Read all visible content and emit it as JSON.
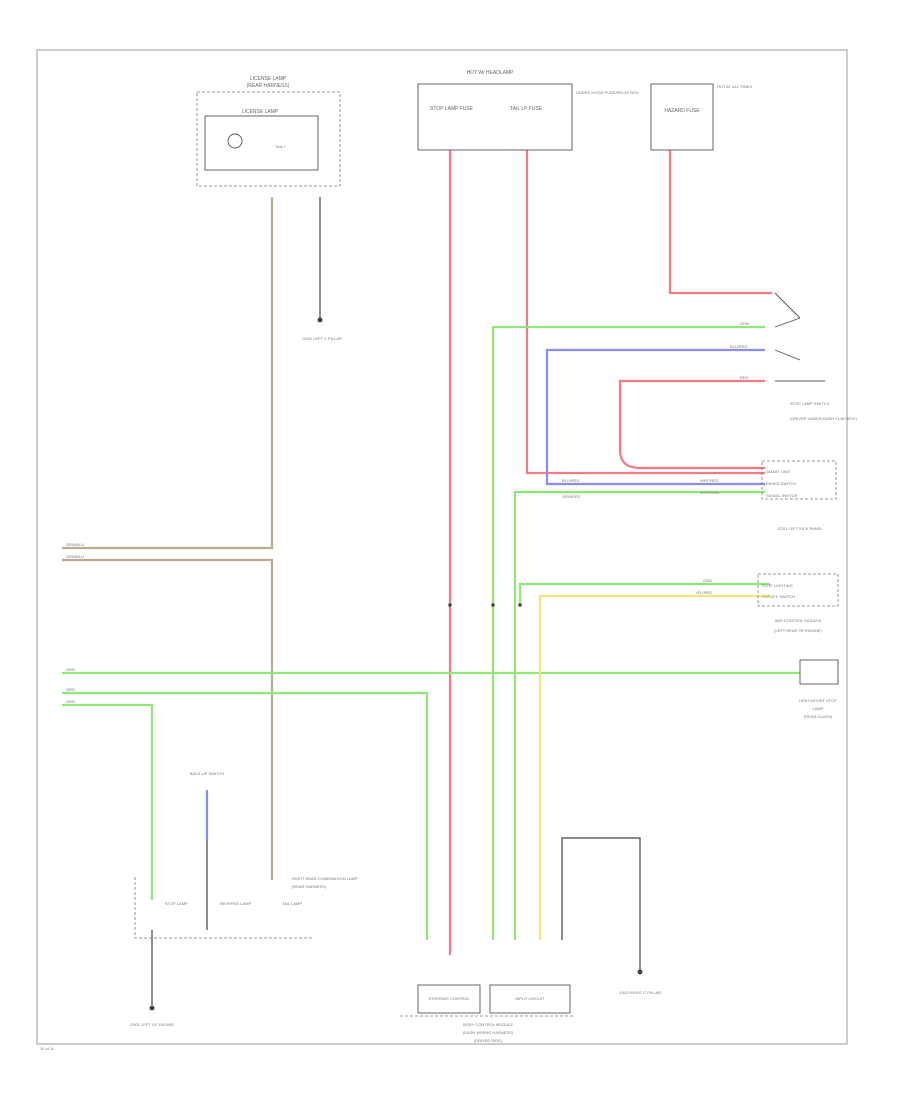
{
  "colors": {
    "red": "#f27a85",
    "green": "#8ee878",
    "blue": "#8b8cf0",
    "yellow": "#f3e679",
    "tan": "#b9ad8e",
    "black": "#444444",
    "frame": "#9a9a9a"
  },
  "labels": {
    "license_lamp_group": "LICENSE LAMP",
    "license_lamp_sub": "(REAR HARNESS)",
    "license_lamp": "LICENSE LAMP",
    "license_lamp_pins": "TAIL+",
    "left_rear_ground": "G401 LEFT C PILLAR",
    "fuse_left_a": "STOP LAMP FUSE",
    "fuse_left_b": "TAIL LP FUSE",
    "fuse_block": "HOT W/ HEADLAMP",
    "fuse_block_note": "UNDER-HOOD FUSE/RELAY BOX",
    "fuse_right": "HAZARD FUSE",
    "fuse_right_note": "HOT AT ALL TIMES",
    "stop_switch": "STOP LAMP SWITCH",
    "stop_switch_note": "(DRIVER UNDER-DASH FUSE BOX)",
    "smart_unit": "SMART UNIT",
    "smart_unit_b": "BRAKE SWITCH",
    "smart_unit_c": "SIGNAL SWITCH",
    "left_ground": "G201 LEFT KICK PANEL",
    "stop_lamp_sw": "STOP LIGHTING",
    "stop_lamp_sw_b": "CUTOFF SWITCH",
    "brake_ctrl": "ABS CONTROL MODULE",
    "brake_ctrl_b": "(LEFT REAR OF ENGINE)",
    "high_mount": "HIGH MOUNT STOP",
    "high_mount_b": "LAMP",
    "high_mount_c": "(REAR GLASS)",
    "right_rear": "RIGHT REAR COMBINATION LAMP",
    "right_rear_sub": "(REAR HARNESS)",
    "stop_lamp": "STOP LAMP",
    "reverse_lamp": "REVERSE LAMP",
    "tail_lamp": "TAIL LAMP",
    "backup_switch": "BACK-UP SWITCH",
    "ecm_a": "STEERING CONTROL",
    "ecm_b": "INPUT CIRCUIT",
    "ecm_group": "BODY CONTROL MODULE",
    "ecm_group_b": "(DASH WIRING HARNESS)",
    "ecm_group_c": "(DRIVER SIDE)",
    "right_ground": "G402 RIGHT C PILLAR",
    "bottom_ground": "G501 LEFT OF ENGINE",
    "page_num": "10 of 11"
  },
  "wire_codes": {
    "w1": "GRN/BLU",
    "w2": "GRN/BLU",
    "w3": "BLU/RED",
    "w4": "RED",
    "w5": "GRN",
    "w6": "GRN",
    "w7": "BLU/RED",
    "w8": "GRN/RED",
    "w9": "YEL/RED",
    "w10": "WHT/RED",
    "w11": "WHT/GRN",
    "w12": "GRN",
    "w13": "GRN",
    "w14": "GRN"
  }
}
